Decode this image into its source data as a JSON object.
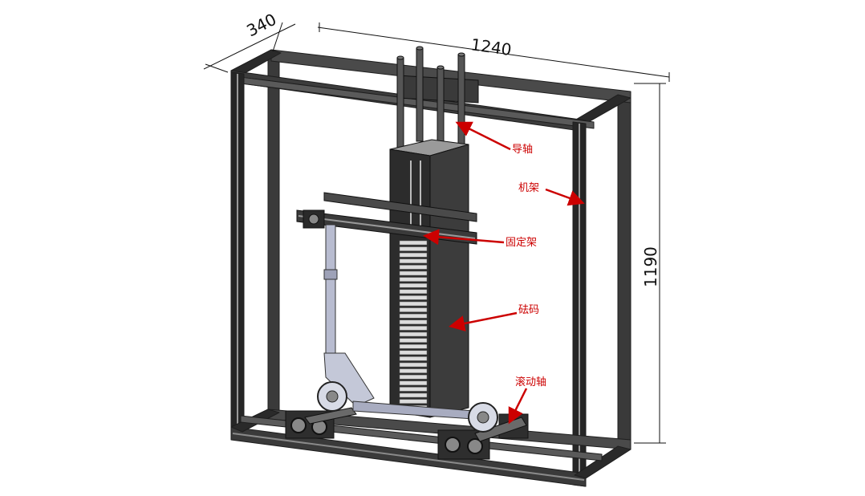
{
  "dimensions": {
    "depth": "340",
    "width": "1240",
    "height": "1190"
  },
  "labels": {
    "guide_shaft": "导轴",
    "frame": "机架",
    "fixing_bracket": "固定架",
    "weights": "砝码",
    "rolling_shaft": "滚动轴"
  },
  "colors": {
    "callout": "#cc0000",
    "frame_dark": "#1e1e1e",
    "frame_mid": "#555555",
    "scooter": "#b8bcd0",
    "weight_plate": "#dcdcdc"
  }
}
